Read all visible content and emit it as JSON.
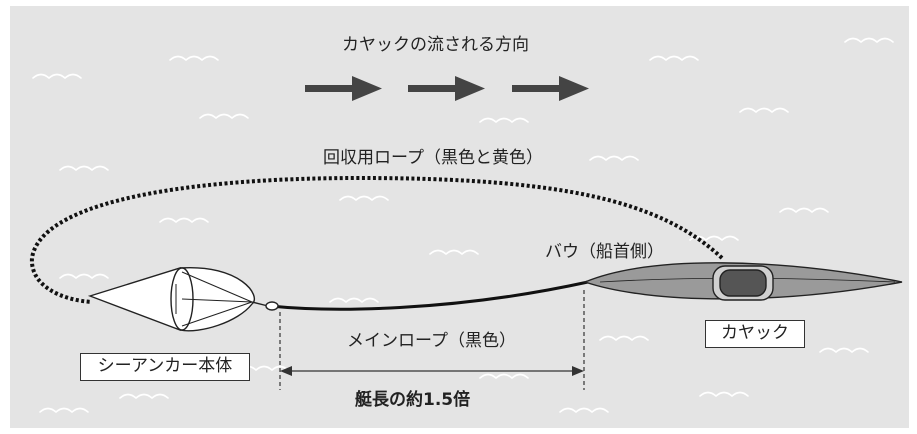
{
  "labels": {
    "drift_direction": "カヤックの流される方向",
    "retrieval_rope": "回収用ロープ（黒色と黄色）",
    "bow": "バウ（船首側）",
    "main_rope": "メインロープ（黒色）",
    "length": "艇長の約1.5倍",
    "anchor_body": "シーアンカー本体",
    "kayak": "カヤック"
  },
  "colors": {
    "background": "#e4e4e4",
    "wave": "#ffffff",
    "arrow": "#444444",
    "rope": "#111111",
    "kayak_hull": "#9a9a9a",
    "anchor_fill": "#ffffff"
  }
}
